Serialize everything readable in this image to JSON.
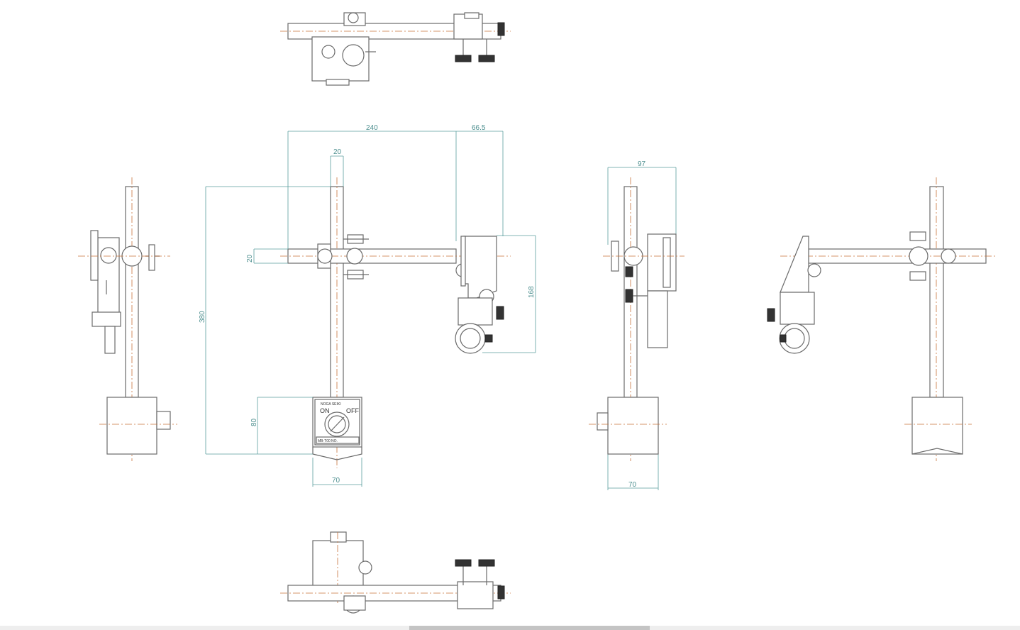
{
  "drawing": {
    "title": "Magnetic base stand – orthographic views",
    "dimensions": {
      "arm_length": "240",
      "holder_offset": "66.5",
      "post_diameter": "20",
      "arm_diameter": "20",
      "total_height": "380",
      "base_height": "80",
      "base_width_front": "70",
      "holder_height": "168",
      "side_depth": "97",
      "base_width_side": "70"
    },
    "base_label": {
      "brand": "NOGA  SEIKI",
      "on": "ON",
      "off": "OFF",
      "model": "MB-T00",
      "no": "NO."
    }
  },
  "colors": {
    "outline": "#6a6a6a",
    "centerline": "#c8733a",
    "dimension": "#5a9e9e"
  }
}
